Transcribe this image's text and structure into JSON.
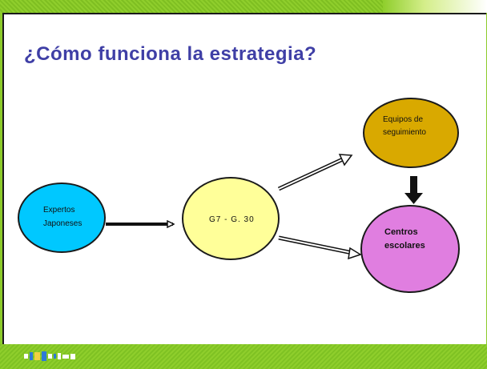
{
  "title": "¿Cómo funciona la estrategia?",
  "nodes": {
    "expertos": {
      "line1": "Expertos",
      "line2": "Japoneses"
    },
    "g7": {
      "label": "G7 - G. 30"
    },
    "equipos": {
      "line1": "Equipos de",
      "line2": "seguimiento"
    },
    "centros": {
      "line1": "Centros",
      "line2": "escolares"
    }
  },
  "colors": {
    "expertos": "#00c8ff",
    "g7": "#ffff99",
    "equipos": "#d9a900",
    "centros": "#e07ee0",
    "title": "#3f3fa6",
    "band": "#8ccb2a"
  }
}
